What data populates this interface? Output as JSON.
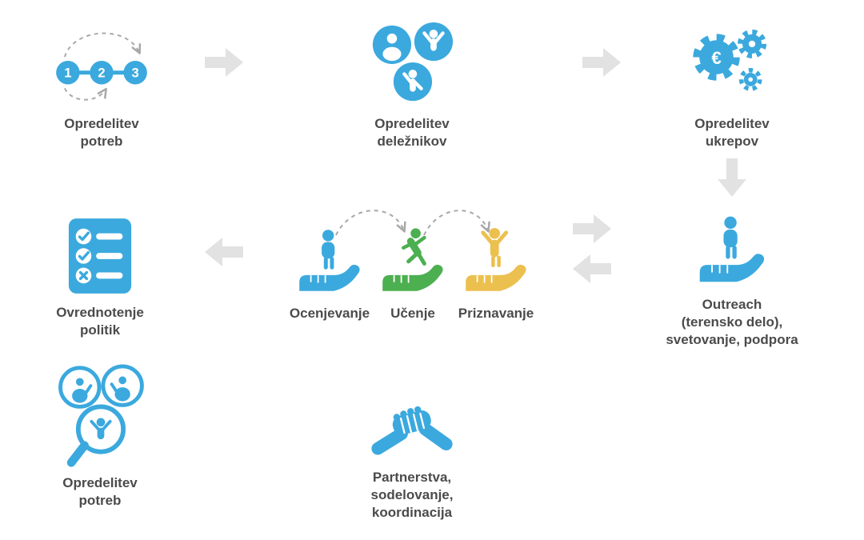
{
  "colors": {
    "blue": "#3BA9DE",
    "green": "#4CAF50",
    "yellow": "#ECC04F",
    "arrow_gray": "#E2E2E2",
    "dash_gray": "#A8A8A8",
    "text": "#4B4B4B"
  },
  "steps": {
    "numbers": [
      "1",
      "2",
      "3"
    ]
  },
  "gear": {
    "symbol": "€"
  },
  "nodes": {
    "needs_top": {
      "label": "Opredelitev\npotreb",
      "icon": "steps-123-icon"
    },
    "stakeholders": {
      "label": "Opredelitev\ndeležnikov",
      "icon": "people-group-icon"
    },
    "measures": {
      "label": "Opredelitev\nukrepov",
      "icon": "gears-euro-icon"
    },
    "policy": {
      "label": "Ovrednotenje\npolitik",
      "icon": "checklist-icon"
    },
    "trio": {
      "items": [
        {
          "label": "Ocenjevanje",
          "icon": "hand-person-standing-icon"
        },
        {
          "label": "Učenje",
          "icon": "hand-person-running-icon"
        },
        {
          "label": "Priznavanje",
          "icon": "hand-person-cheering-icon"
        }
      ]
    },
    "outreach": {
      "label": "Outreach\n(terensko delo),\nsvetovanje, podpora",
      "icon": "hand-person-icon"
    },
    "needs_bottom": {
      "label": "Opredelitev\npotreb",
      "icon": "magnifier-people-icon"
    },
    "partnerships": {
      "label": "Partnerstva,\nsodelovanje,\nkoordinacija",
      "icon": "handshake-icon"
    }
  }
}
